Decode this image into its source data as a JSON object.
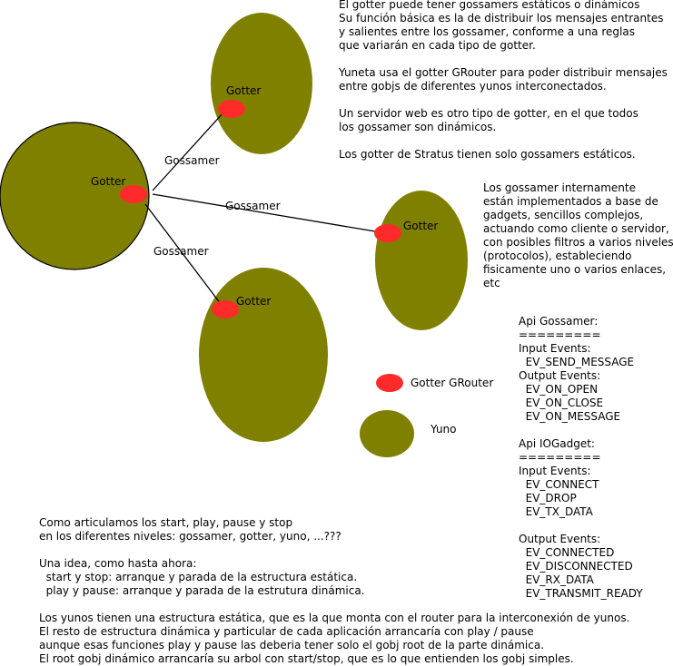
{
  "colors": {
    "yuno": "#808000",
    "router": "#ff2a2a",
    "line": "#000000",
    "background": "#ffffff"
  },
  "nodes": {
    "yuno_main": {
      "label": "Gotter"
    },
    "yuno_top": {
      "label": "Gotter"
    },
    "yuno_right": {
      "label": "Gotter"
    },
    "yuno_bottom": {
      "label": "Gotter"
    }
  },
  "edges": {
    "to_top": "Gossamer",
    "to_right": "Gossamer",
    "to_bottom": "Gossamer"
  },
  "legend": {
    "router_label": "Gotter GRouter",
    "yuno_label": "Yuno"
  },
  "notes": {
    "top_right": "El gotter puede tener gossamers estáticos o dinámicos\nSu función básica es la de distribuir los mensajes entrantes\ny salientes entre los gossamer, conforme a una reglas\nque variarán en cada tipo de gotter.\n\nYuneta usa el gotter GRouter para poder distribuir mensajes\nentre gobjs de diferentes yunos interconectados.\n\nUn servidor web es otro tipo de gotter, en el que todos\nlos gossamer son dinámicos.\n\nLos gotter de Stratus tienen solo gossamers estáticos.",
    "gossamer_impl": "Los gossamer internamente\nestán implementados a base de\ngadgets, sencillos complejos,\nactuando como cliente o servidor,\ncon posibles filtros a varios niveles\n(protocolos), estableciendo\nfisicamente uno o varios enlaces,\netc",
    "api": "Api Gossamer:\n=========\nInput Events:\n  EV_SEND_MESSAGE\nOutput Events:\n  EV_ON_OPEN\n  EV_ON_CLOSE\n  EV_ON_MESSAGE\n\nApi IOGadget:\n=========\nInput Events:\n  EV_CONNECT\n  EV_DROP\n  EV_TX_DATA\n\nOutput Events:\n  EV_CONNECTED\n  EV_DISCONNECTED\n  EV_RX_DATA\n  EV_TRANSMIT_READY",
    "bottom_questions": "Como articulamos los start, play, pause y stop\nen los diferentes niveles: gossamer, gotter, yuno, ...???\n\nUna idea, como hasta ahora:\n  start y stop: arranque y parada de la estructura estática.\n  play y pause: arranque y parada de la estrutura dinámica.",
    "bottom_paragraph": "Los yunos tienen una estructura estática, que es la que monta con el router para la interconexión de yunos.\nEl resto de estructura dinámica y particular de cada aplicación arrancaría con play / pause\naunque esas funciones play y pause las deberia tener solo el gobj root de la parte dinámica.\nEl root gobj dinámico arrancaría su arbol con start/stop, que es lo que entienden los gobj simples."
  }
}
